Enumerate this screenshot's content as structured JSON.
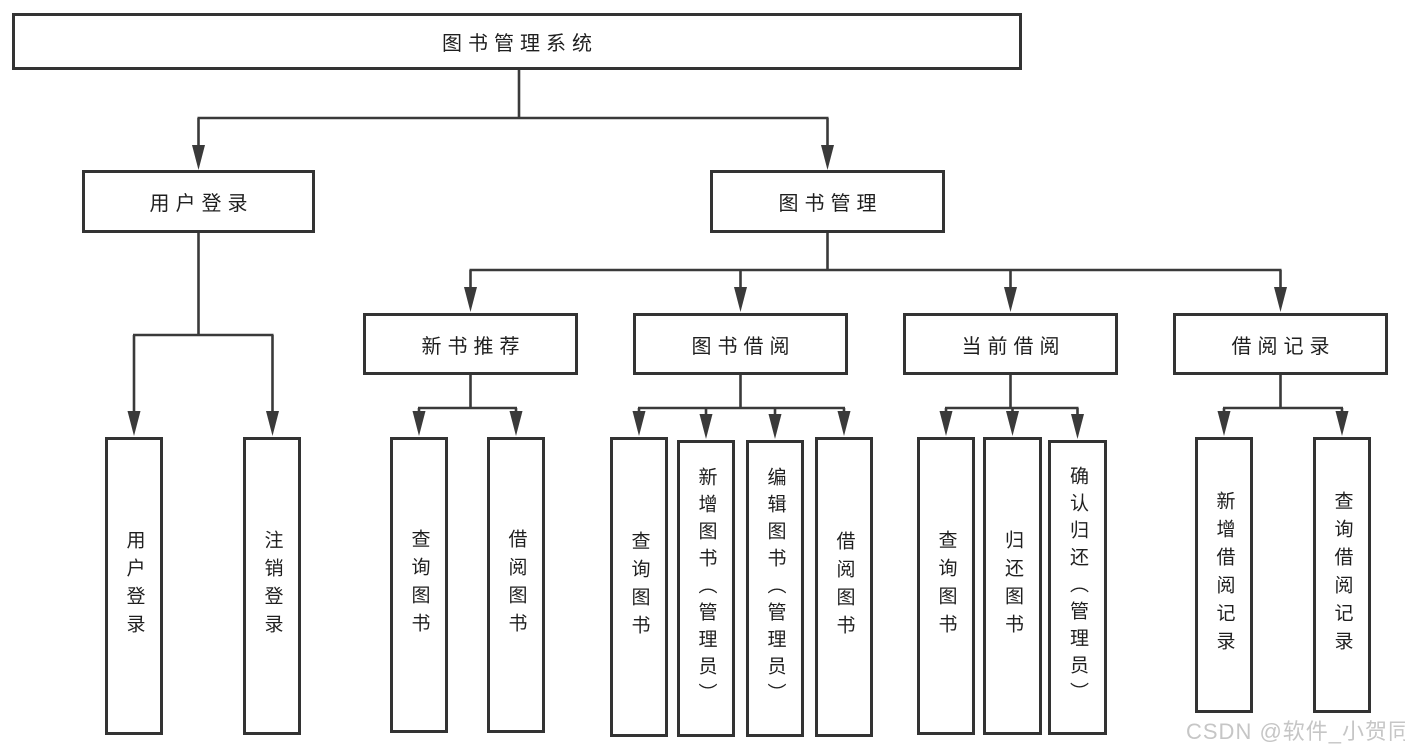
{
  "colors": {
    "line": "#3a3a3a",
    "border": "#333333",
    "text": "#1f1f1f",
    "watermark": "#c6c6c6"
  },
  "watermark": "CSDN @软件_小贺同学",
  "tree": {
    "root": {
      "label": "图书管理系统",
      "children": [
        {
          "label": "用户登录",
          "children": [
            {
              "label": "用户登录"
            },
            {
              "label": "注销登录"
            }
          ]
        },
        {
          "label": "图书管理",
          "children": [
            {
              "label": "新书推荐",
              "children": [
                {
                  "label": "查询图书"
                },
                {
                  "label": "借阅图书"
                }
              ]
            },
            {
              "label": "图书借阅",
              "children": [
                {
                  "label": "查询图书"
                },
                {
                  "label": "新增图书（管理员）"
                },
                {
                  "label": "编辑图书（管理员）"
                },
                {
                  "label": "借阅图书"
                }
              ]
            },
            {
              "label": "当前借阅",
              "children": [
                {
                  "label": "查询图书"
                },
                {
                  "label": "归还图书"
                },
                {
                  "label": "确认归还（管理员）"
                }
              ]
            },
            {
              "label": "借阅记录",
              "children": [
                {
                  "label": "新增借阅记录"
                },
                {
                  "label": "查询借阅记录"
                }
              ]
            }
          ]
        }
      ]
    }
  }
}
